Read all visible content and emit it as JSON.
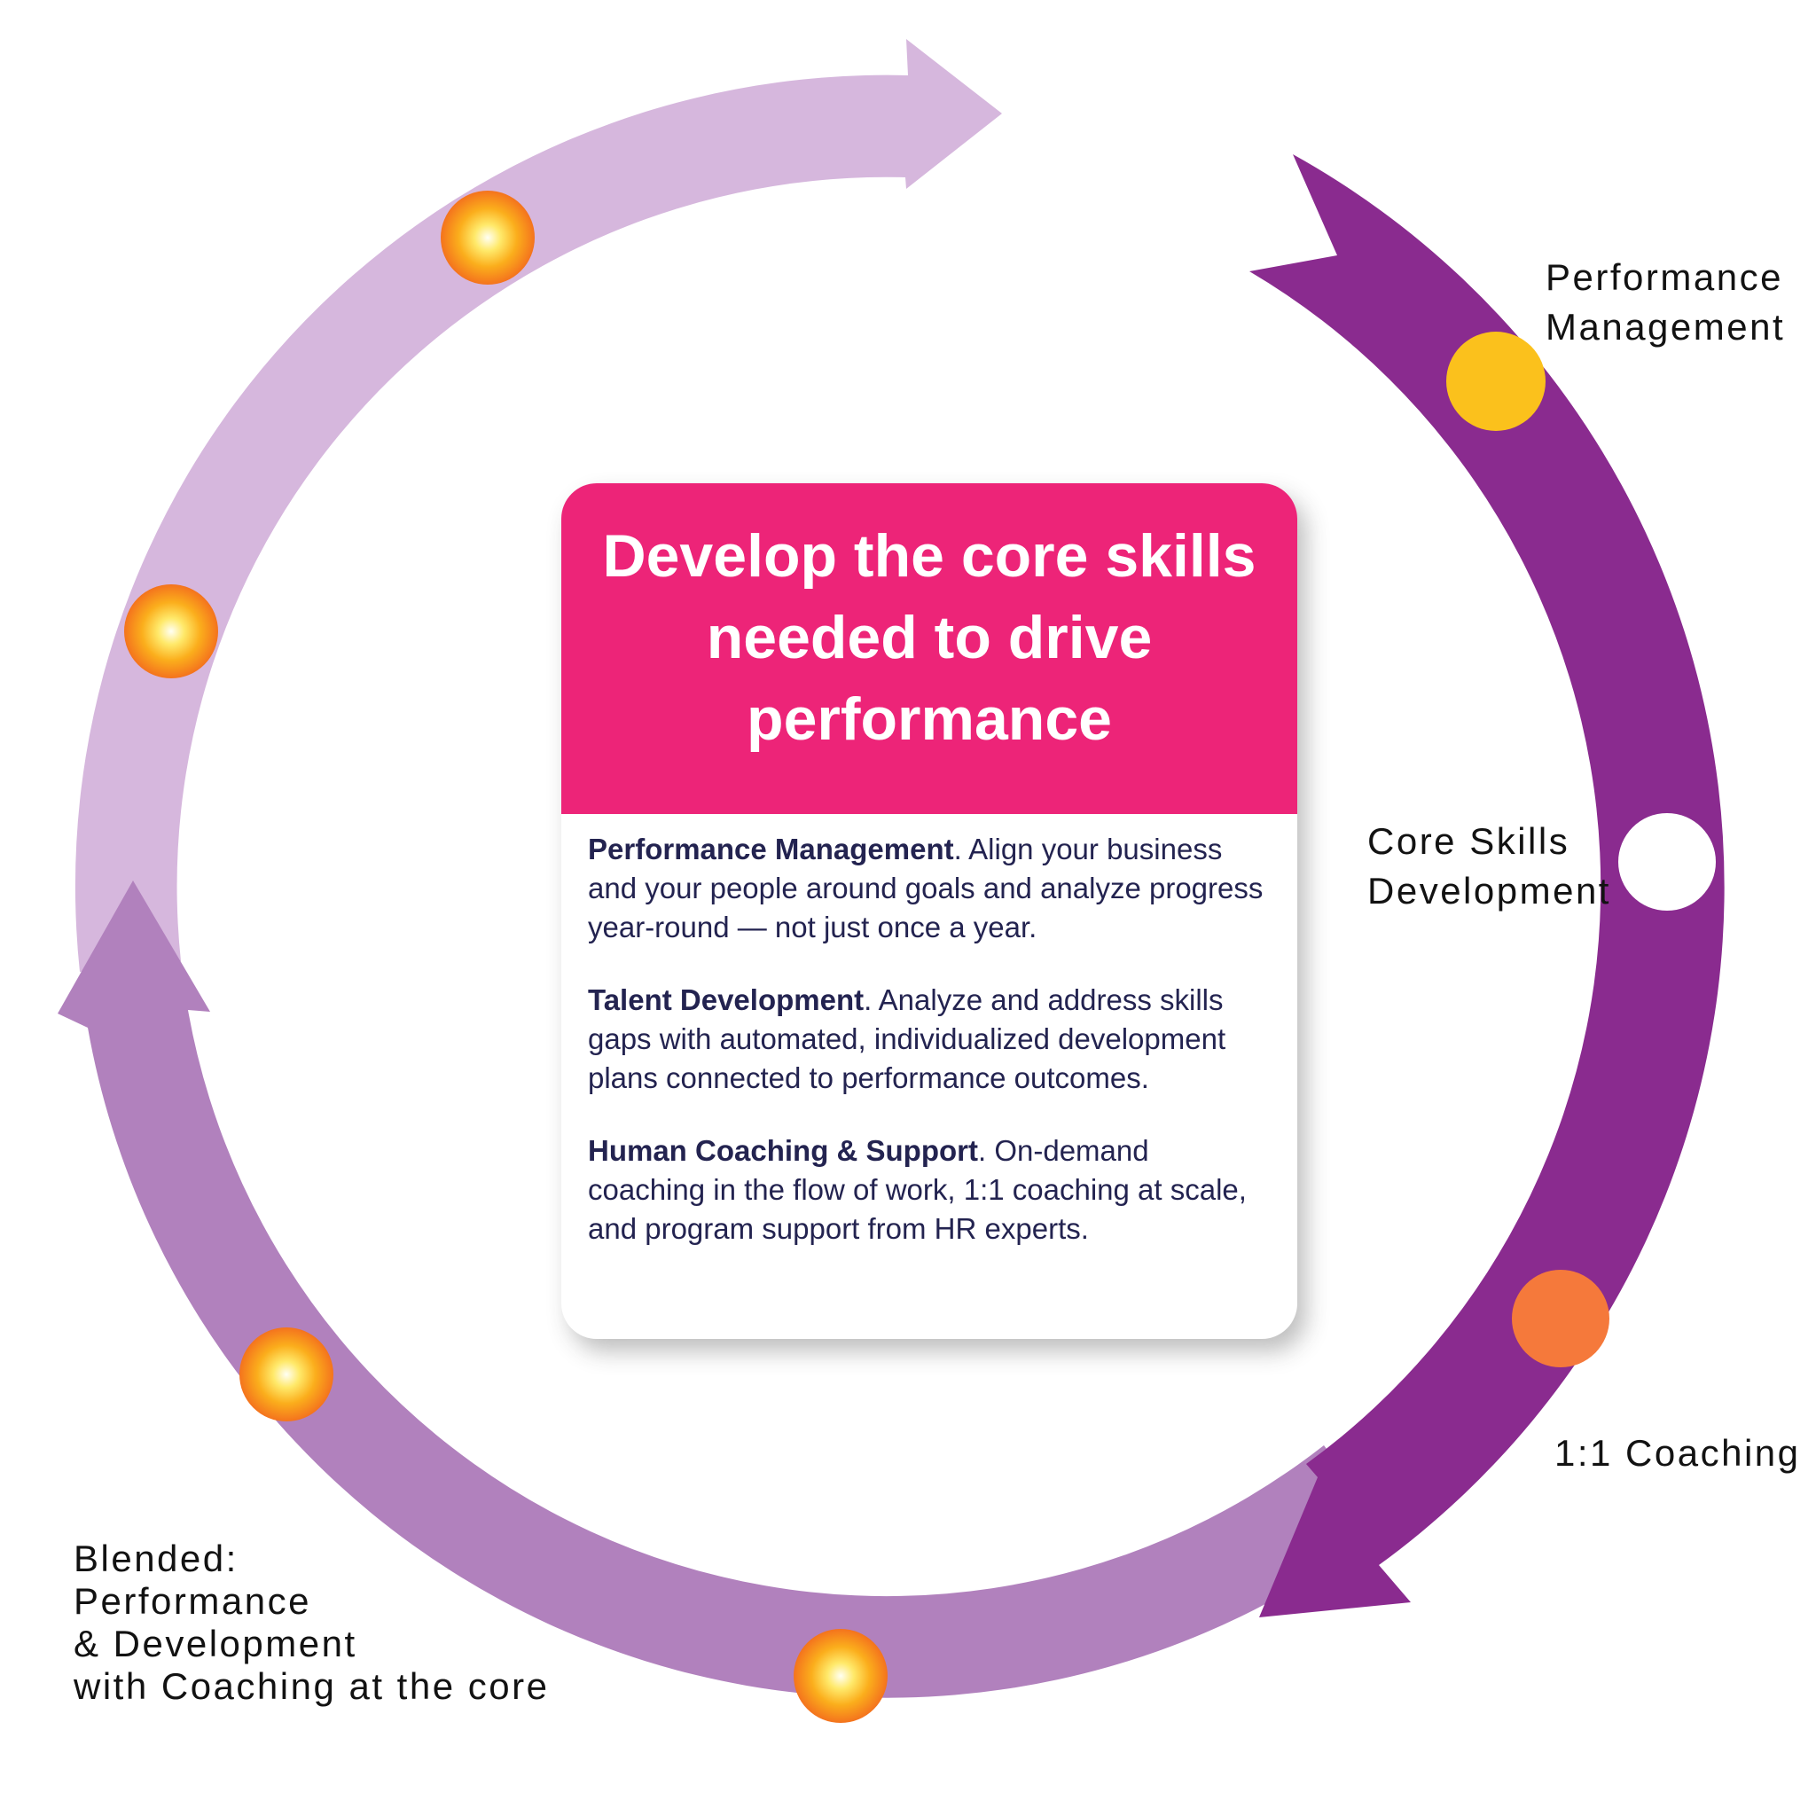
{
  "title_card": {
    "title_lines": [
      "Develop the core skills",
      "needed to drive",
      "performance"
    ],
    "paragraphs": [
      {
        "lead": "Performance Management",
        "rest": ". Align your business and your people around goals and analyze progress year-round — not just once a year."
      },
      {
        "lead": "Talent Development",
        "rest": ". Analyze and address skills gaps with automated, individualized development plans connected to performance outcomes."
      },
      {
        "lead": "Human Coaching & Support",
        "rest": ". On-demand coaching in the flow of work, 1:1 coaching at scale, and program support from HR experts."
      }
    ]
  },
  "cycle_labels": {
    "performance_management": {
      "lines": [
        "Performance",
        "Management"
      ]
    },
    "core_skills_development": {
      "lines": [
        "Core Skills",
        "Development"
      ]
    },
    "one_to_one_coaching": {
      "lines": [
        "1:1 Coaching"
      ]
    },
    "blended": {
      "lines": [
        "Blended:",
        "Performance",
        "& Development",
        "with Coaching at the core"
      ]
    }
  },
  "colors": {
    "arc_light": "#D6B7DD",
    "arc_medium": "#B181BD",
    "arc_dark": "#8A2B8F",
    "card_header_pink": "#ED2478",
    "card_body_text": "#232350",
    "label_text": "#121212",
    "dot_yellow": "#FBC11C",
    "dot_white": "#FFFFFF",
    "dot_orange": "#F5793B",
    "dot_gradient_center": "#FFFFF4",
    "dot_gradient_inner": "#FFE96A",
    "dot_gradient_mid": "#FBAE1C",
    "dot_gradient_edge": "#F4731D"
  }
}
